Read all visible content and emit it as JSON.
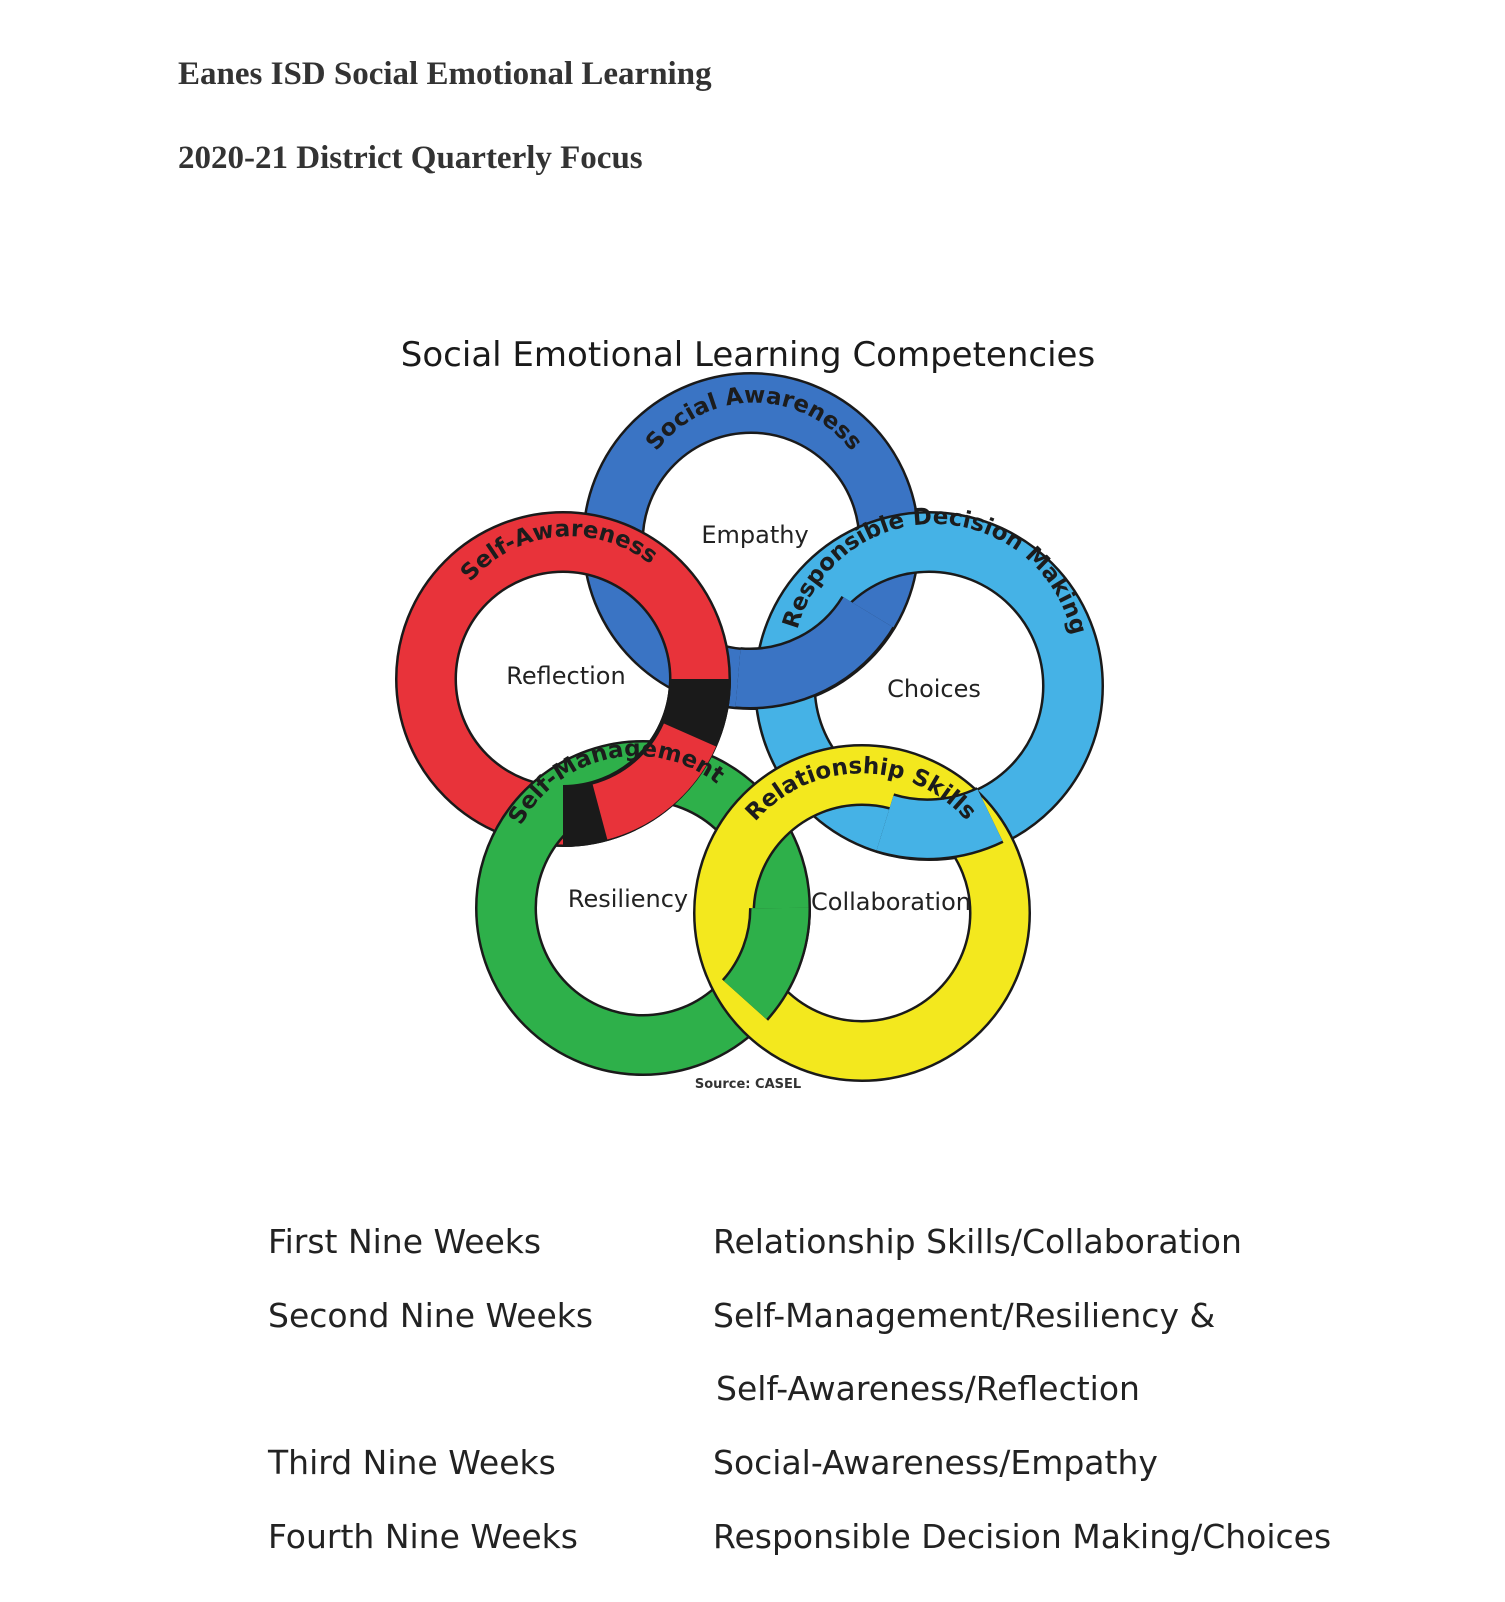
{
  "document": {
    "title": "Eanes ISD Social Emotional Learning",
    "subtitle": "2020-21 District Quarterly Focus"
  },
  "diagram": {
    "title": "Social Emotional Learning Competencies",
    "source": "Source: CASEL",
    "rings": [
      {
        "id": "social-awareness",
        "label": "Social Awareness",
        "inner": "Empathy",
        "color": "#3a74c4"
      },
      {
        "id": "self-awareness",
        "label": "Self-Awareness",
        "inner": "Reflection",
        "color": "#e8333a"
      },
      {
        "id": "responsible-decision-making",
        "label": "Responsible Decision Making",
        "inner": "Choices",
        "color": "#45b2e6"
      },
      {
        "id": "self-management",
        "label": "Self-Management",
        "inner": "Resiliency",
        "color": "#2eb04a"
      },
      {
        "id": "relationship-skills",
        "label": "Relationship Skills",
        "inner": "Collaboration",
        "color": "#f3e81e"
      }
    ]
  },
  "schedule": [
    {
      "period": "First Nine Weeks",
      "focus": "Relationship Skills/Collaboration"
    },
    {
      "period": "Second Nine Weeks",
      "focus": "Self-Management/Resiliency &"
    },
    {
      "period": "",
      "focus": "Self-Awareness/Reflection"
    },
    {
      "period": "Third Nine Weeks",
      "focus": "Social-Awareness/Empathy"
    },
    {
      "period": "Fourth Nine Weeks",
      "focus": "Responsible Decision Making/Choices"
    }
  ]
}
